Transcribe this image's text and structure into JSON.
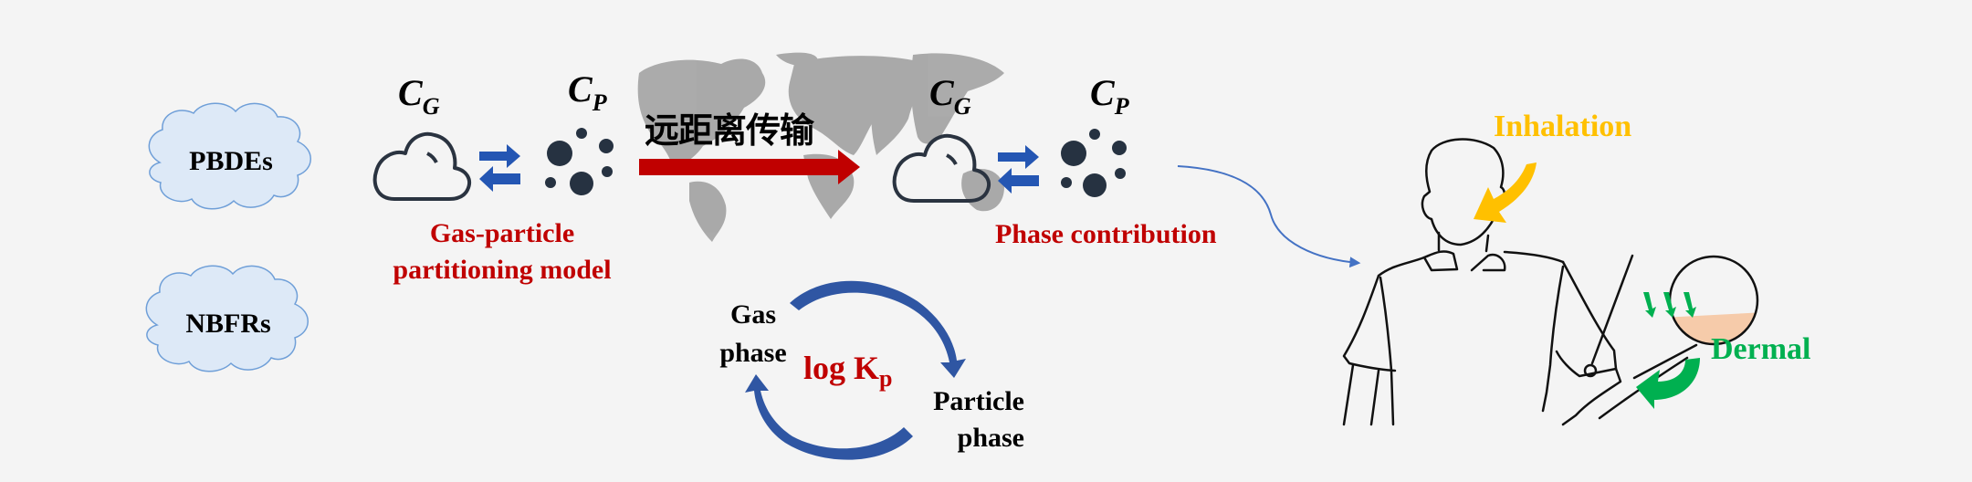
{
  "sources": [
    {
      "label": "PBDEs"
    },
    {
      "label": "NBFRs"
    }
  ],
  "partitioning": {
    "cg_main": "C",
    "cg_sub": "G",
    "cp_main": "C",
    "cp_sub": "P",
    "model_line1": "Gas-particle",
    "model_line2": "partitioning model"
  },
  "transport": {
    "label": "远距离传输"
  },
  "destination": {
    "cg_main": "C",
    "cg_sub": "G",
    "cp_main": "C",
    "cp_sub": "P",
    "phase_label": "Phase contribution"
  },
  "cycle": {
    "gas_line1": "Gas",
    "gas_line2": "phase",
    "center_main": "log K",
    "center_sub": "p",
    "particle_line1": "Particle",
    "particle_line2": "phase"
  },
  "exposure": {
    "inhalation": "Inhalation",
    "dermal": "Dermal"
  },
  "colors": {
    "background": "#f4f4f4",
    "red": "#c00000",
    "blue": "#2f56a3",
    "yellow": "#ffc000",
    "green": "#00b050",
    "particle": "#263241",
    "cloud_fill": "#dde9f7",
    "cloud_stroke": "#6f9fd8",
    "skin": "#f6cbaa"
  }
}
